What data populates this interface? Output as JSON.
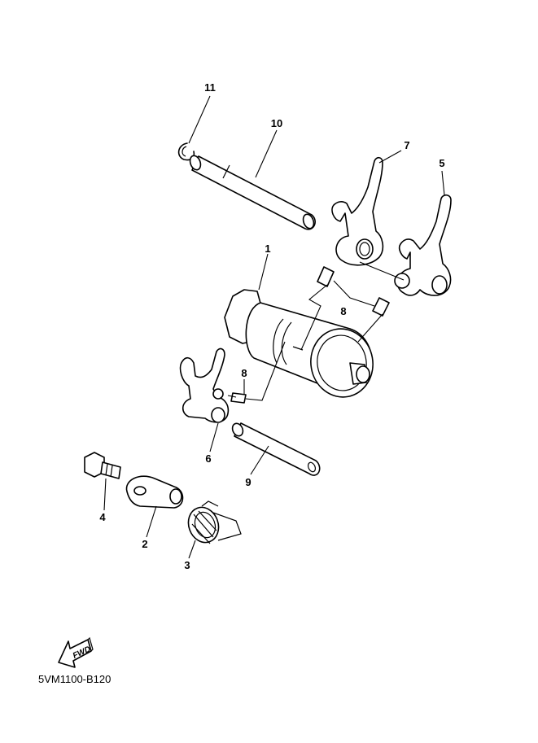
{
  "diagram": {
    "callouts": [
      {
        "part": "circlip",
        "label": "11"
      },
      {
        "part": "shift-fork-shaft",
        "label": "10"
      },
      {
        "part": "shift-fork-7",
        "label": "7"
      },
      {
        "part": "shift-fork-5",
        "label": "5"
      },
      {
        "part": "shift-cam",
        "label": "1"
      },
      {
        "part": "guide-pins",
        "label": "8"
      },
      {
        "part": "guide-pin-lower",
        "label": "8"
      },
      {
        "part": "shift-fork-6",
        "label": "6"
      },
      {
        "part": "shift-fork-shaft-short",
        "label": "9"
      },
      {
        "part": "bolt",
        "label": "4"
      },
      {
        "part": "stopper-lever",
        "label": "2"
      },
      {
        "part": "torsion-spring",
        "label": "3"
      }
    ],
    "fwd_arrow_label": "FWD",
    "diagram_code": "5VM1100-B120"
  }
}
